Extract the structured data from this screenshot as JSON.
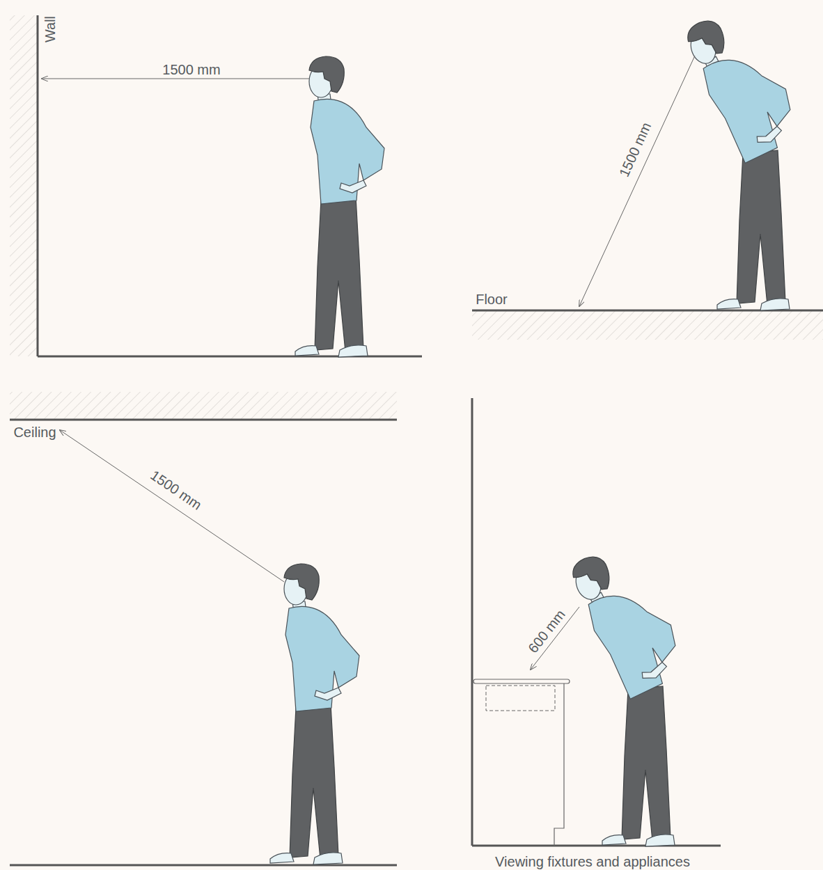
{
  "diagram": {
    "labels": [
      "Wall",
      "1500 mm",
      "1500 mm",
      "Floor",
      "Ceiling",
      "1500 mm",
      "600 mm",
      "Viewing fixtures and appliances"
    ]
  }
}
